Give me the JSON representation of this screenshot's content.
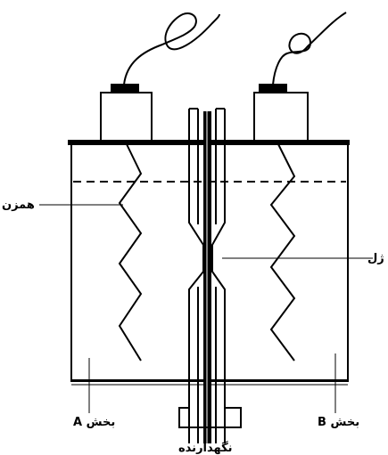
{
  "labels": {
    "hamzan": "همزن",
    "gel": "ژل",
    "section_a": "بخش A",
    "section_b": "بخش B",
    "holder": "نگهدارنده"
  }
}
